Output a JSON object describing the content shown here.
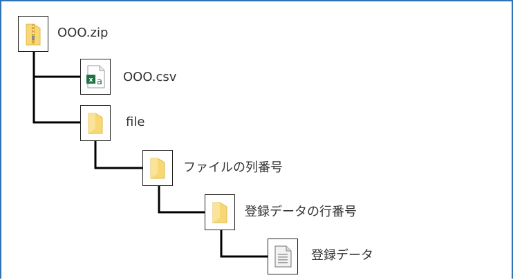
{
  "tree": {
    "zip": {
      "label": "OOO.zip",
      "icon": "zip-folder-icon"
    },
    "csv": {
      "label": "OOO.csv",
      "icon": "excel-csv-icon"
    },
    "file": {
      "label": "file",
      "icon": "folder-icon"
    },
    "column_folder": {
      "label": "ファイルの列番号",
      "icon": "folder-icon"
    },
    "row_folder": {
      "label": "登録データの行番号",
      "icon": "folder-icon"
    },
    "data_file": {
      "label": "登録データ",
      "icon": "document-icon"
    }
  },
  "colors": {
    "frame": "#2e75b6",
    "connector": "#000000",
    "folder": "#f8d775",
    "excel": "#1f7244"
  }
}
